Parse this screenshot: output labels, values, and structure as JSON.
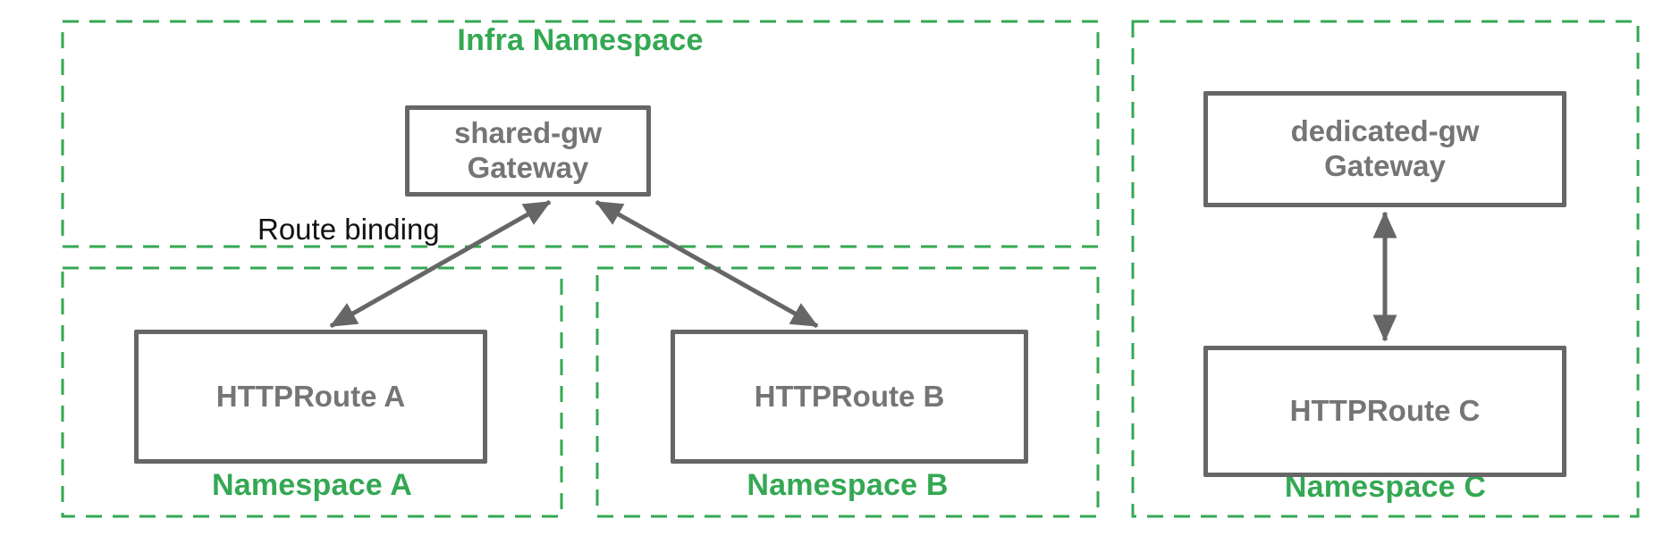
{
  "diagram": {
    "kind": "kubernetes-gateway-namespace-diagram",
    "colors": {
      "namespace_green": "#34A853",
      "node_border_gray": "#666666",
      "node_text_gray": "#757575",
      "arrow_gray": "#666666",
      "annotation_black": "#111111"
    },
    "namespaces": {
      "infra": {
        "label": "Infra Namespace"
      },
      "a": {
        "label": "Namespace A"
      },
      "b": {
        "label": "Namespace B"
      },
      "c": {
        "label": "Namespace C"
      }
    },
    "nodes": {
      "shared_gw": {
        "line1": "shared-gw",
        "line2": "Gateway"
      },
      "dedicated_gw": {
        "line1": "dedicated-gw",
        "line2": "Gateway"
      },
      "route_a": {
        "line1": "HTTPRoute A"
      },
      "route_b": {
        "line1": "HTTPRoute B"
      },
      "route_c": {
        "line1": "HTTPRoute C"
      }
    },
    "annotations": {
      "route_binding": {
        "text": "Route binding"
      }
    },
    "edges": [
      {
        "from": "route_a",
        "to": "shared_gw",
        "style": "double-arrow"
      },
      {
        "from": "route_b",
        "to": "shared_gw",
        "style": "double-arrow"
      },
      {
        "from": "route_c",
        "to": "dedicated_gw",
        "style": "double-arrow"
      }
    ]
  }
}
